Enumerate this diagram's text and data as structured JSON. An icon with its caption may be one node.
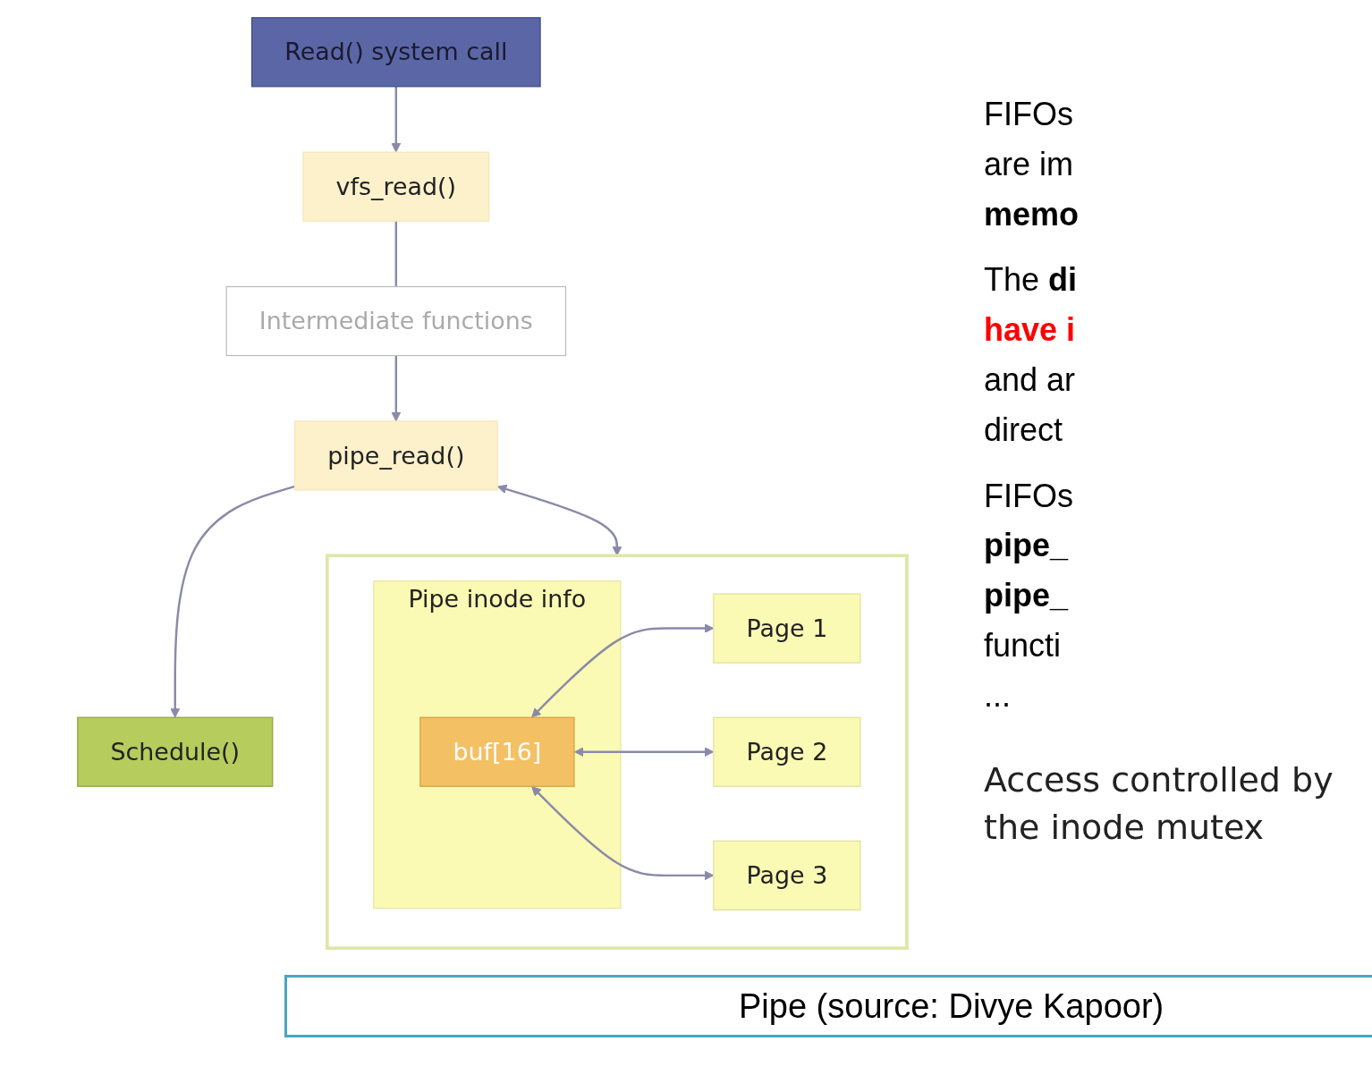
{
  "diagram": {
    "caption": "Pipe (source: Divye Kapoor)",
    "nodes": [
      {
        "text": [
          "Read() system call"
        ]
      },
      {
        "text": [
          "vfs_read()"
        ]
      },
      {
        "text": [
          "Intermediate functions"
        ]
      },
      {
        "text": [
          "pipe_read()"
        ]
      },
      {
        "text": [
          "Schedule()"
        ]
      },
      {
        "text": [],
        "shape": "box"
      },
      {
        "text": [
          "Pipe inode info"
        ],
        "in": 5
      },
      {
        "text": [
          "buf[16]"
        ],
        "in": 6
      },
      {
        "text": [
          "Page 1"
        ],
        "in": 5
      },
      {
        "text": [
          "Page 2"
        ],
        "in": 5
      },
      {
        "text": [
          "Page 3"
        ],
        "in": 5
      }
    ],
    "edges": [
      {
        "from": 0,
        "to": 1,
        "arrow": "to"
      },
      {
        "from": 1,
        "to": 2,
        "arrow": "none"
      },
      {
        "from": 2,
        "to": 3,
        "arrow": "to"
      },
      {
        "from": 3,
        "to": 4,
        "arrow": "to"
      },
      {
        "from": 3,
        "to": 5,
        "arrow": "both"
      },
      {
        "from": 7,
        "to": 8,
        "arrow": "both"
      },
      {
        "from": 7,
        "to": 9,
        "arrow": "both"
      },
      {
        "from": 7,
        "to": 10,
        "arrow": "both"
      }
    ],
    "labels": [
      "FIFOs",
      "are im",
      "**memo**",
      "The **di**",
      "**have i**",
      "and ar",
      "direct",
      "FIFOs",
      "**pipe_**",
      "**pipe_**",
      "functi",
      "...",
      "Access controlled by the inode mutex"
    ]
  }
}
